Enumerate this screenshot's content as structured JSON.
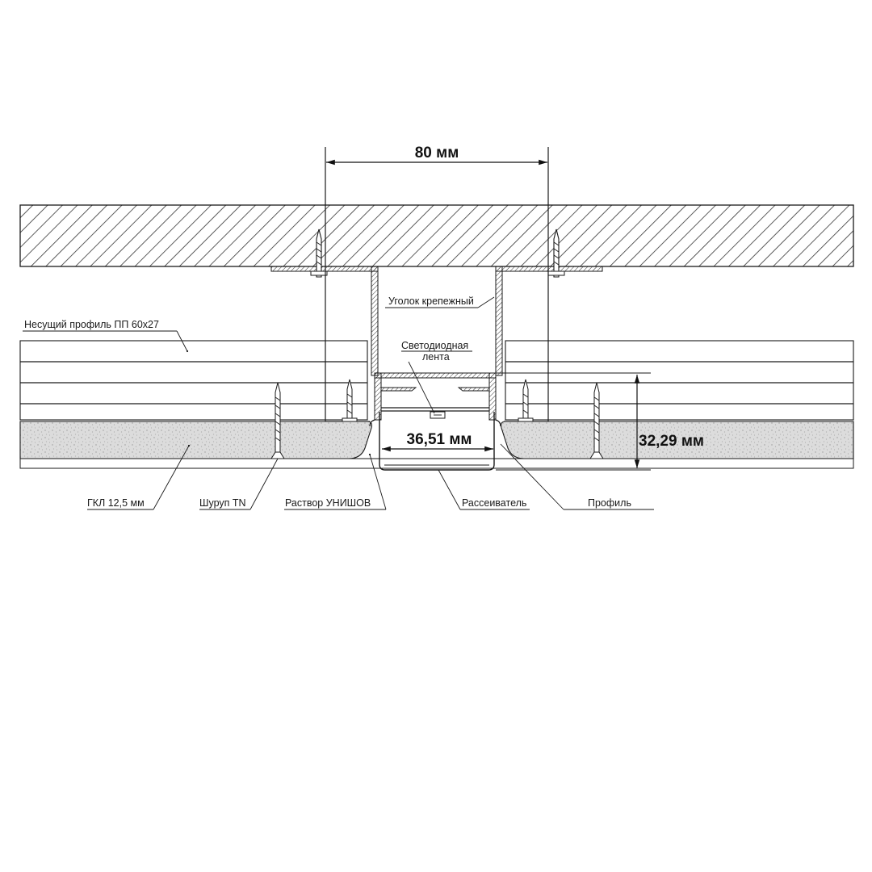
{
  "dimensions": {
    "width_label": "80 мм",
    "channel_label": "36,51 мм",
    "depth_label": "32,29 мм"
  },
  "labels": {
    "bracket": "Уголок крепежный",
    "carrier_profile": "Несущий профиль ПП 60х27",
    "led_strip_line1": "Светодиодная",
    "led_strip_line2": "лента",
    "drywall": "ГКЛ 12,5 мм",
    "screw": "Шуруп TN",
    "mortar": "Раствор УНИШОВ",
    "diffuser": "Рассеиватель",
    "profile": "Профиль"
  },
  "colors": {
    "line": "#1a1a1a",
    "drywall_fill": "#dadada",
    "hatch": "#333333",
    "background": "#ffffff"
  }
}
